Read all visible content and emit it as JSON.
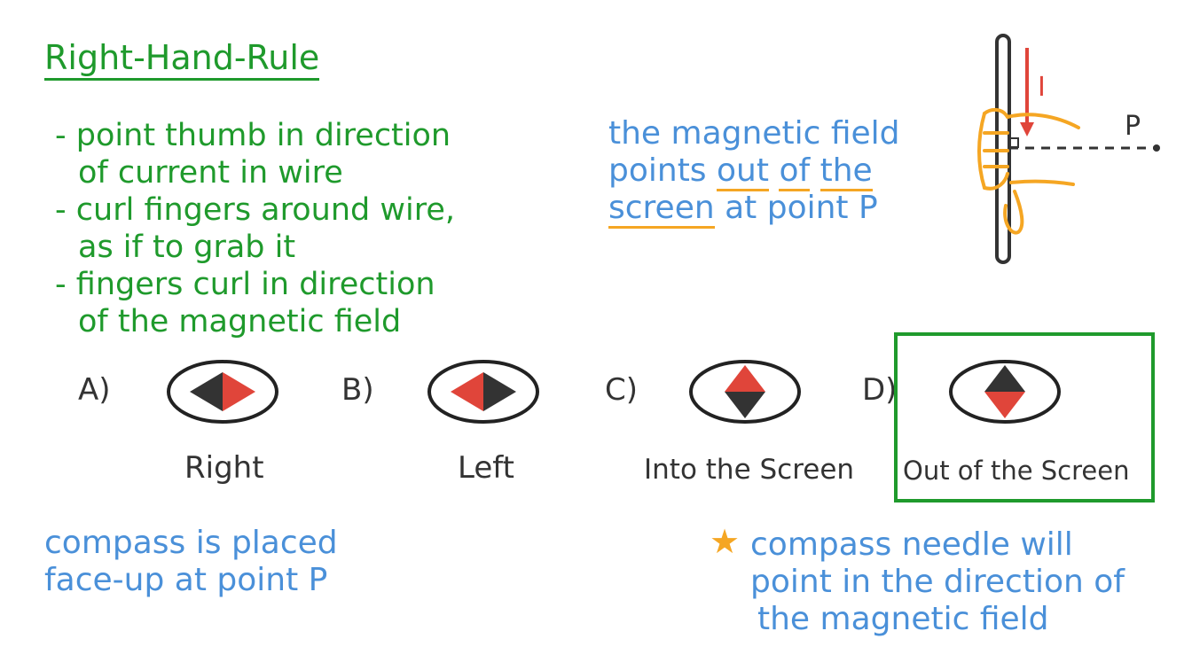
{
  "title": "Right-Hand-Rule",
  "rules": [
    {
      "bullet": "-",
      "line1": "point thumb in direction",
      "line2": "of current in wire"
    },
    {
      "bullet": "-",
      "line1": "curl fingers around wire,",
      "line2": "as if to grab it"
    },
    {
      "bullet": "-",
      "line1": "fingers curl in direction",
      "line2": "of the magnetic field"
    }
  ],
  "field_note": {
    "line1": "the magnetic field",
    "line2_pre": "points ",
    "line2_out": "out",
    "line2_of": "of",
    "line2_the": "the",
    "line3_screen": "screen",
    "line3_rest": " at point P"
  },
  "diagram": {
    "current_label": "I",
    "point_label": "P",
    "colors": {
      "current": "#e0453a",
      "hand": "#f5a623",
      "wire": "#333333"
    }
  },
  "options": [
    {
      "letter": "A)",
      "label": "Right"
    },
    {
      "letter": "B)",
      "label": "Left"
    },
    {
      "letter": "C)",
      "label": "Into the Screen"
    },
    {
      "letter": "D)",
      "label": "Out of the Screen"
    }
  ],
  "compass_note": {
    "line1": "compass is placed",
    "line2": "face-up at point P"
  },
  "star_note": {
    "star": "★",
    "line1": "compass needle will",
    "line2": "point in the direction of",
    "line3": "the magnetic field"
  },
  "colors": {
    "green": "#1f9a2c",
    "blue": "#4a90d9",
    "red": "#e0453a",
    "orange": "#f5a623",
    "dark": "#333333"
  }
}
